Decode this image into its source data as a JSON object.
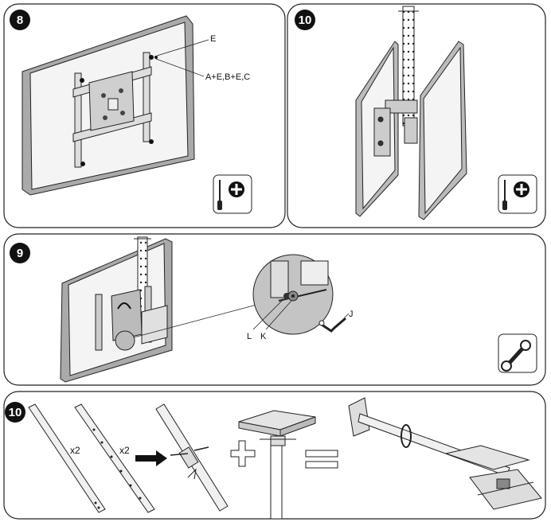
{
  "panels": [
    {
      "step": "8",
      "labels": {
        "e": "E",
        "abe": "A+E,B+E,C"
      },
      "tool": "screwdriver-phillips"
    },
    {
      "step": "10",
      "tool": "screwdriver-phillips"
    },
    {
      "step": "9",
      "labels": {
        "l": "L",
        "k": "K",
        "j": "J"
      },
      "tool": "wrench"
    },
    {
      "step": "10",
      "labels": {
        "x2a": "x2",
        "x2b": "x2"
      }
    }
  ]
}
